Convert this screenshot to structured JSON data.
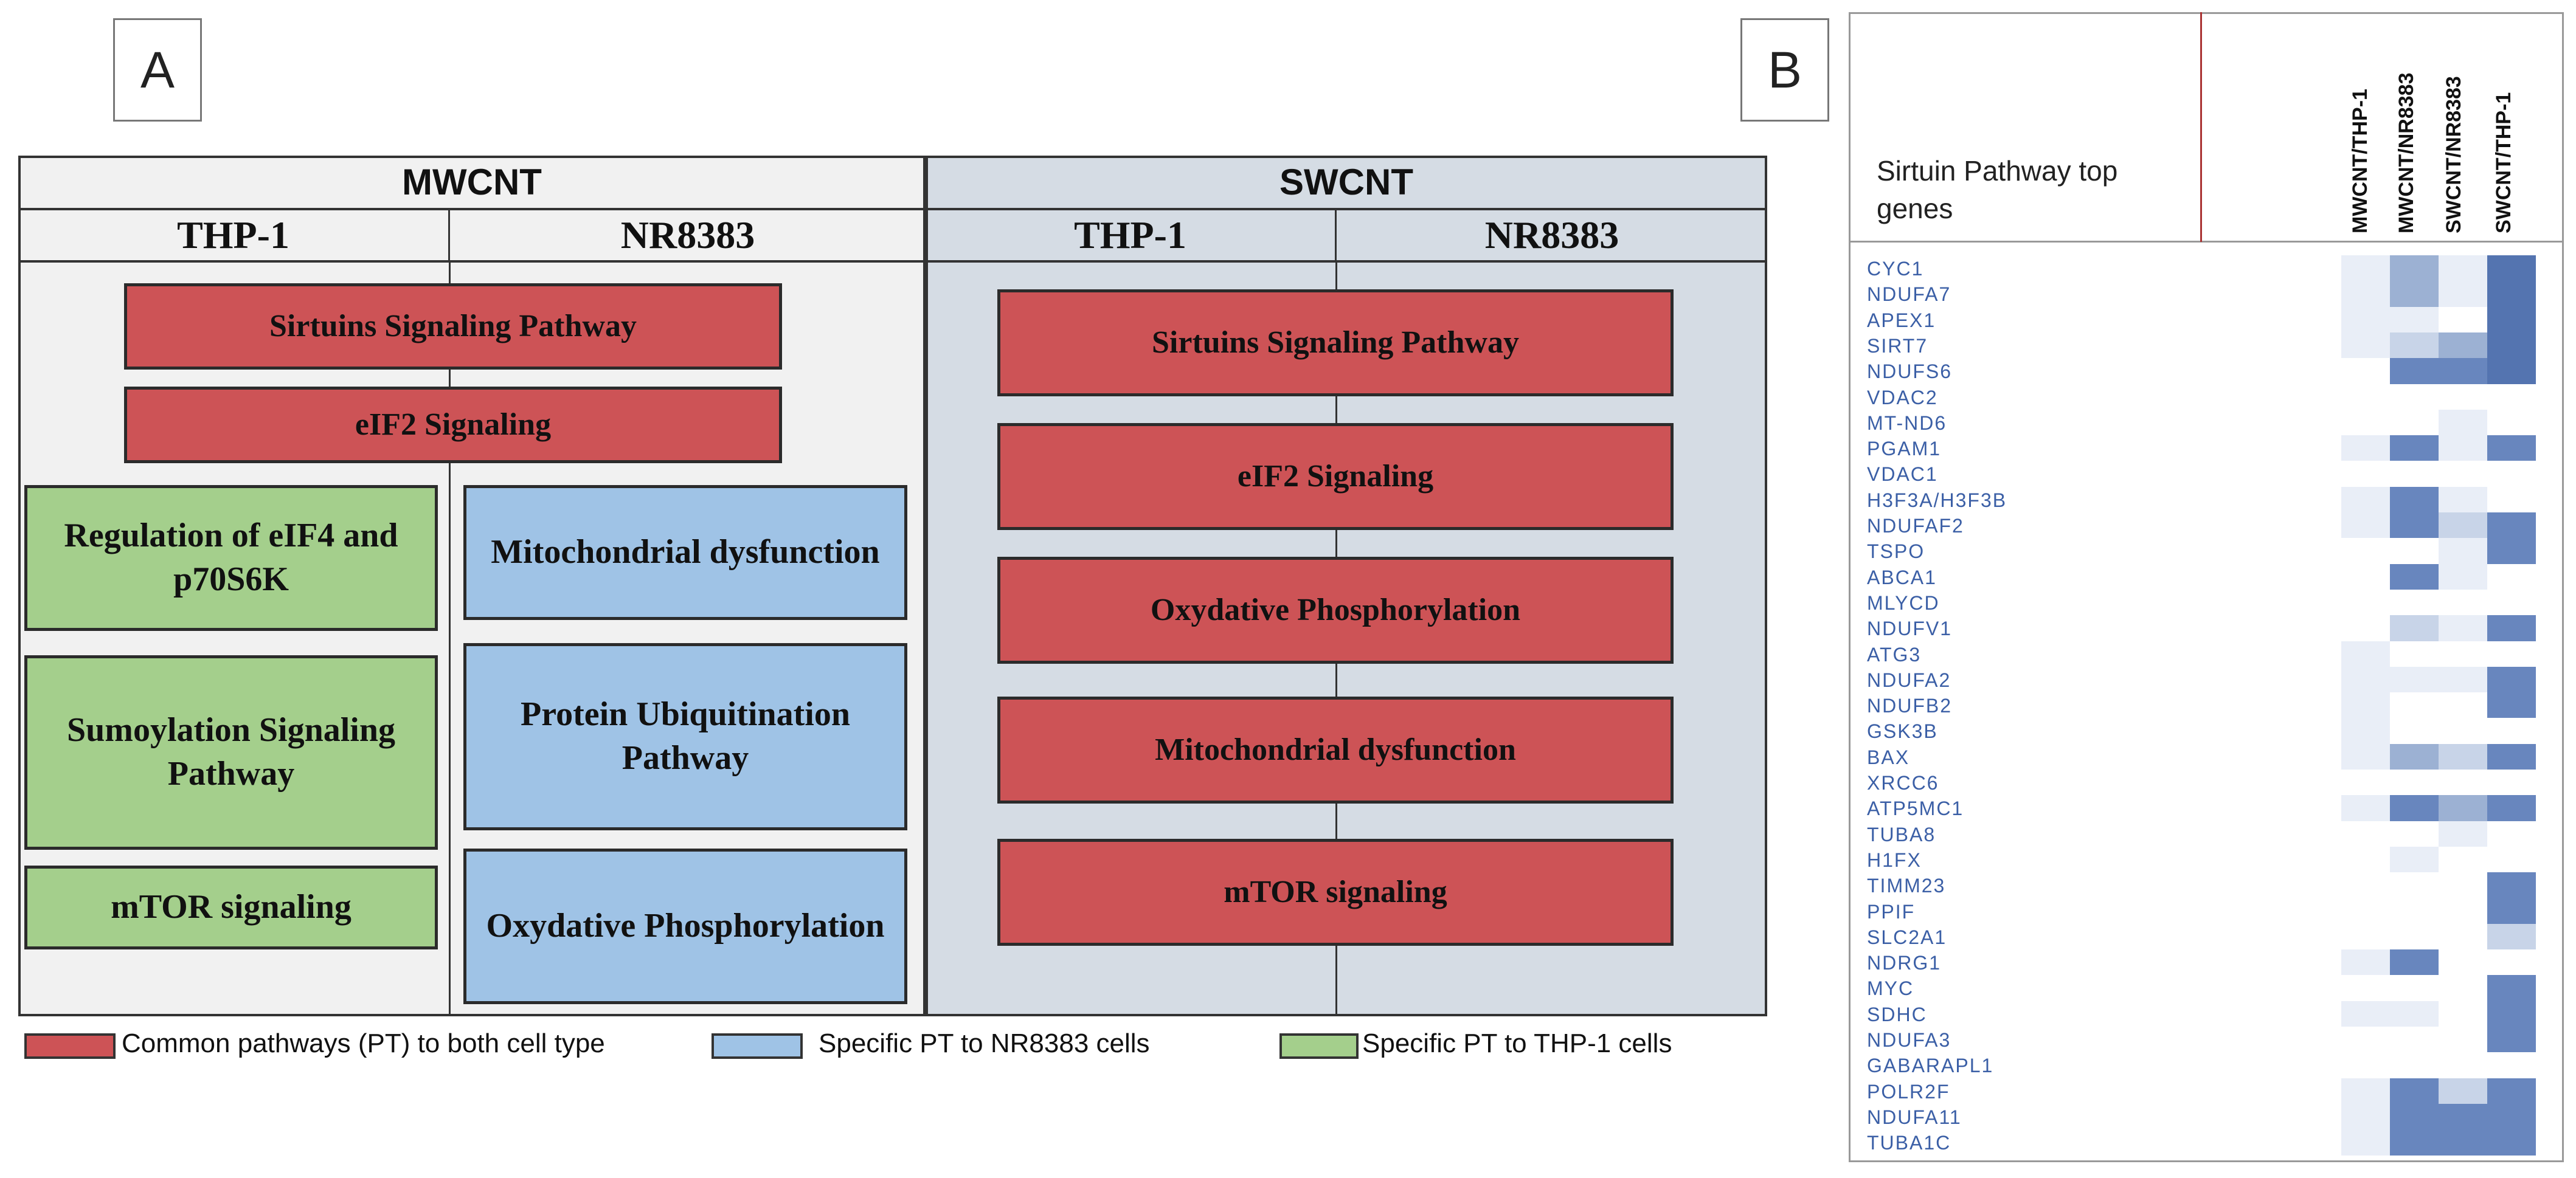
{
  "panel_a": {
    "label": "A",
    "groups": {
      "mwcnt": "MWCNT",
      "swcnt": "SWCNT"
    },
    "cells": {
      "thp1": "THP-1",
      "nr8383": "NR8383"
    },
    "mw_common": [
      "Sirtuins Signaling Pathway",
      "eIF2 Signaling"
    ],
    "mw_thp1": [
      "Regulation of eIF4 and p70S6K",
      "Sumoylation Signaling Pathway",
      "mTOR signaling"
    ],
    "mw_nr8383": [
      "Mitochondrial dysfunction",
      "Protein Ubiquitination Pathway",
      "Oxydative Phosphorylation"
    ],
    "sw_common": [
      "Sirtuins Signaling Pathway",
      "eIF2 Signaling",
      "Oxydative Phosphorylation",
      "Mitochondrial dysfunction",
      "mTOR signaling"
    ],
    "legend": [
      {
        "label": "Common pathways (PT) to both cell type",
        "color": "#cd5356"
      },
      {
        "label": "Specific PT to NR8383 cells",
        "color": "#9fc3e6"
      },
      {
        "label": "Specific PT to THP-1 cells",
        "color": "#a4cf8c"
      }
    ],
    "colors": {
      "mwcnt_bg": "#f1f1f1",
      "swcnt_bg": "#d5dce4"
    }
  },
  "panel_b": {
    "label": "B",
    "title": "Sirtuin Pathway top genes",
    "columns": [
      "MWCNT/THP-1",
      "MWCNT/NR8383",
      "SWCNT/NR8383",
      "SWCNT/THP-1"
    ],
    "genes": [
      "CYC1",
      "NDUFA7",
      "APEX1",
      "SIRT7",
      "NDUFS6",
      "VDAC2",
      "MT-ND6",
      "PGAM1",
      "VDAC1",
      "H3F3A/H3F3B",
      "NDUFAF2",
      "TSPO",
      "ABCA1",
      "MLYCD",
      "NDUFV1",
      "ATG3",
      "NDUFA2",
      "NDUFB2",
      "GSK3B",
      "BAX",
      "XRCC6",
      "ATP5MC1",
      "TUBA8",
      "H1FX",
      "TIMM23",
      "PPIF",
      "SLC2A1",
      "NDRG1",
      "MYC",
      "SDHC",
      "NDUFA3",
      "GABARAPL1",
      "POLR2F",
      "NDUFA11",
      "TUBA1C"
    ],
    "heatmap": [
      [
        1,
        3,
        1,
        5
      ],
      [
        1,
        3,
        1,
        5
      ],
      [
        1,
        1,
        0,
        5
      ],
      [
        1,
        2,
        3,
        5
      ],
      [
        0,
        4,
        4,
        5
      ],
      [
        0,
        0,
        0,
        0
      ],
      [
        0,
        0,
        1,
        0
      ],
      [
        1,
        4,
        1,
        4
      ],
      [
        0,
        0,
        0,
        0
      ],
      [
        1,
        4,
        1,
        0
      ],
      [
        1,
        4,
        2,
        4
      ],
      [
        0,
        0,
        1,
        4
      ],
      [
        0,
        4,
        1,
        0
      ],
      [
        0,
        0,
        0,
        0
      ],
      [
        0,
        2,
        1,
        4
      ],
      [
        1,
        0,
        0,
        0
      ],
      [
        1,
        1,
        1,
        4
      ],
      [
        1,
        0,
        0,
        4
      ],
      [
        1,
        0,
        0,
        0
      ],
      [
        1,
        3,
        2,
        4
      ],
      [
        0,
        0,
        0,
        0
      ],
      [
        1,
        4,
        3,
        4
      ],
      [
        0,
        0,
        1,
        0
      ],
      [
        0,
        1,
        0,
        0
      ],
      [
        0,
        0,
        0,
        4
      ],
      [
        0,
        0,
        0,
        4
      ],
      [
        0,
        0,
        0,
        2
      ],
      [
        1,
        4,
        0,
        0
      ],
      [
        0,
        0,
        0,
        4
      ],
      [
        1,
        1,
        0,
        4
      ],
      [
        0,
        0,
        0,
        4
      ],
      [
        0,
        0,
        0,
        0
      ],
      [
        1,
        4,
        2,
        4
      ],
      [
        1,
        4,
        4,
        4
      ],
      [
        1,
        4,
        4,
        4
      ]
    ],
    "palette": [
      "#ffffff",
      "#e9eef7",
      "#c8d4e8",
      "#9cb1d3",
      "#6886be",
      "#5474b0"
    ]
  }
}
